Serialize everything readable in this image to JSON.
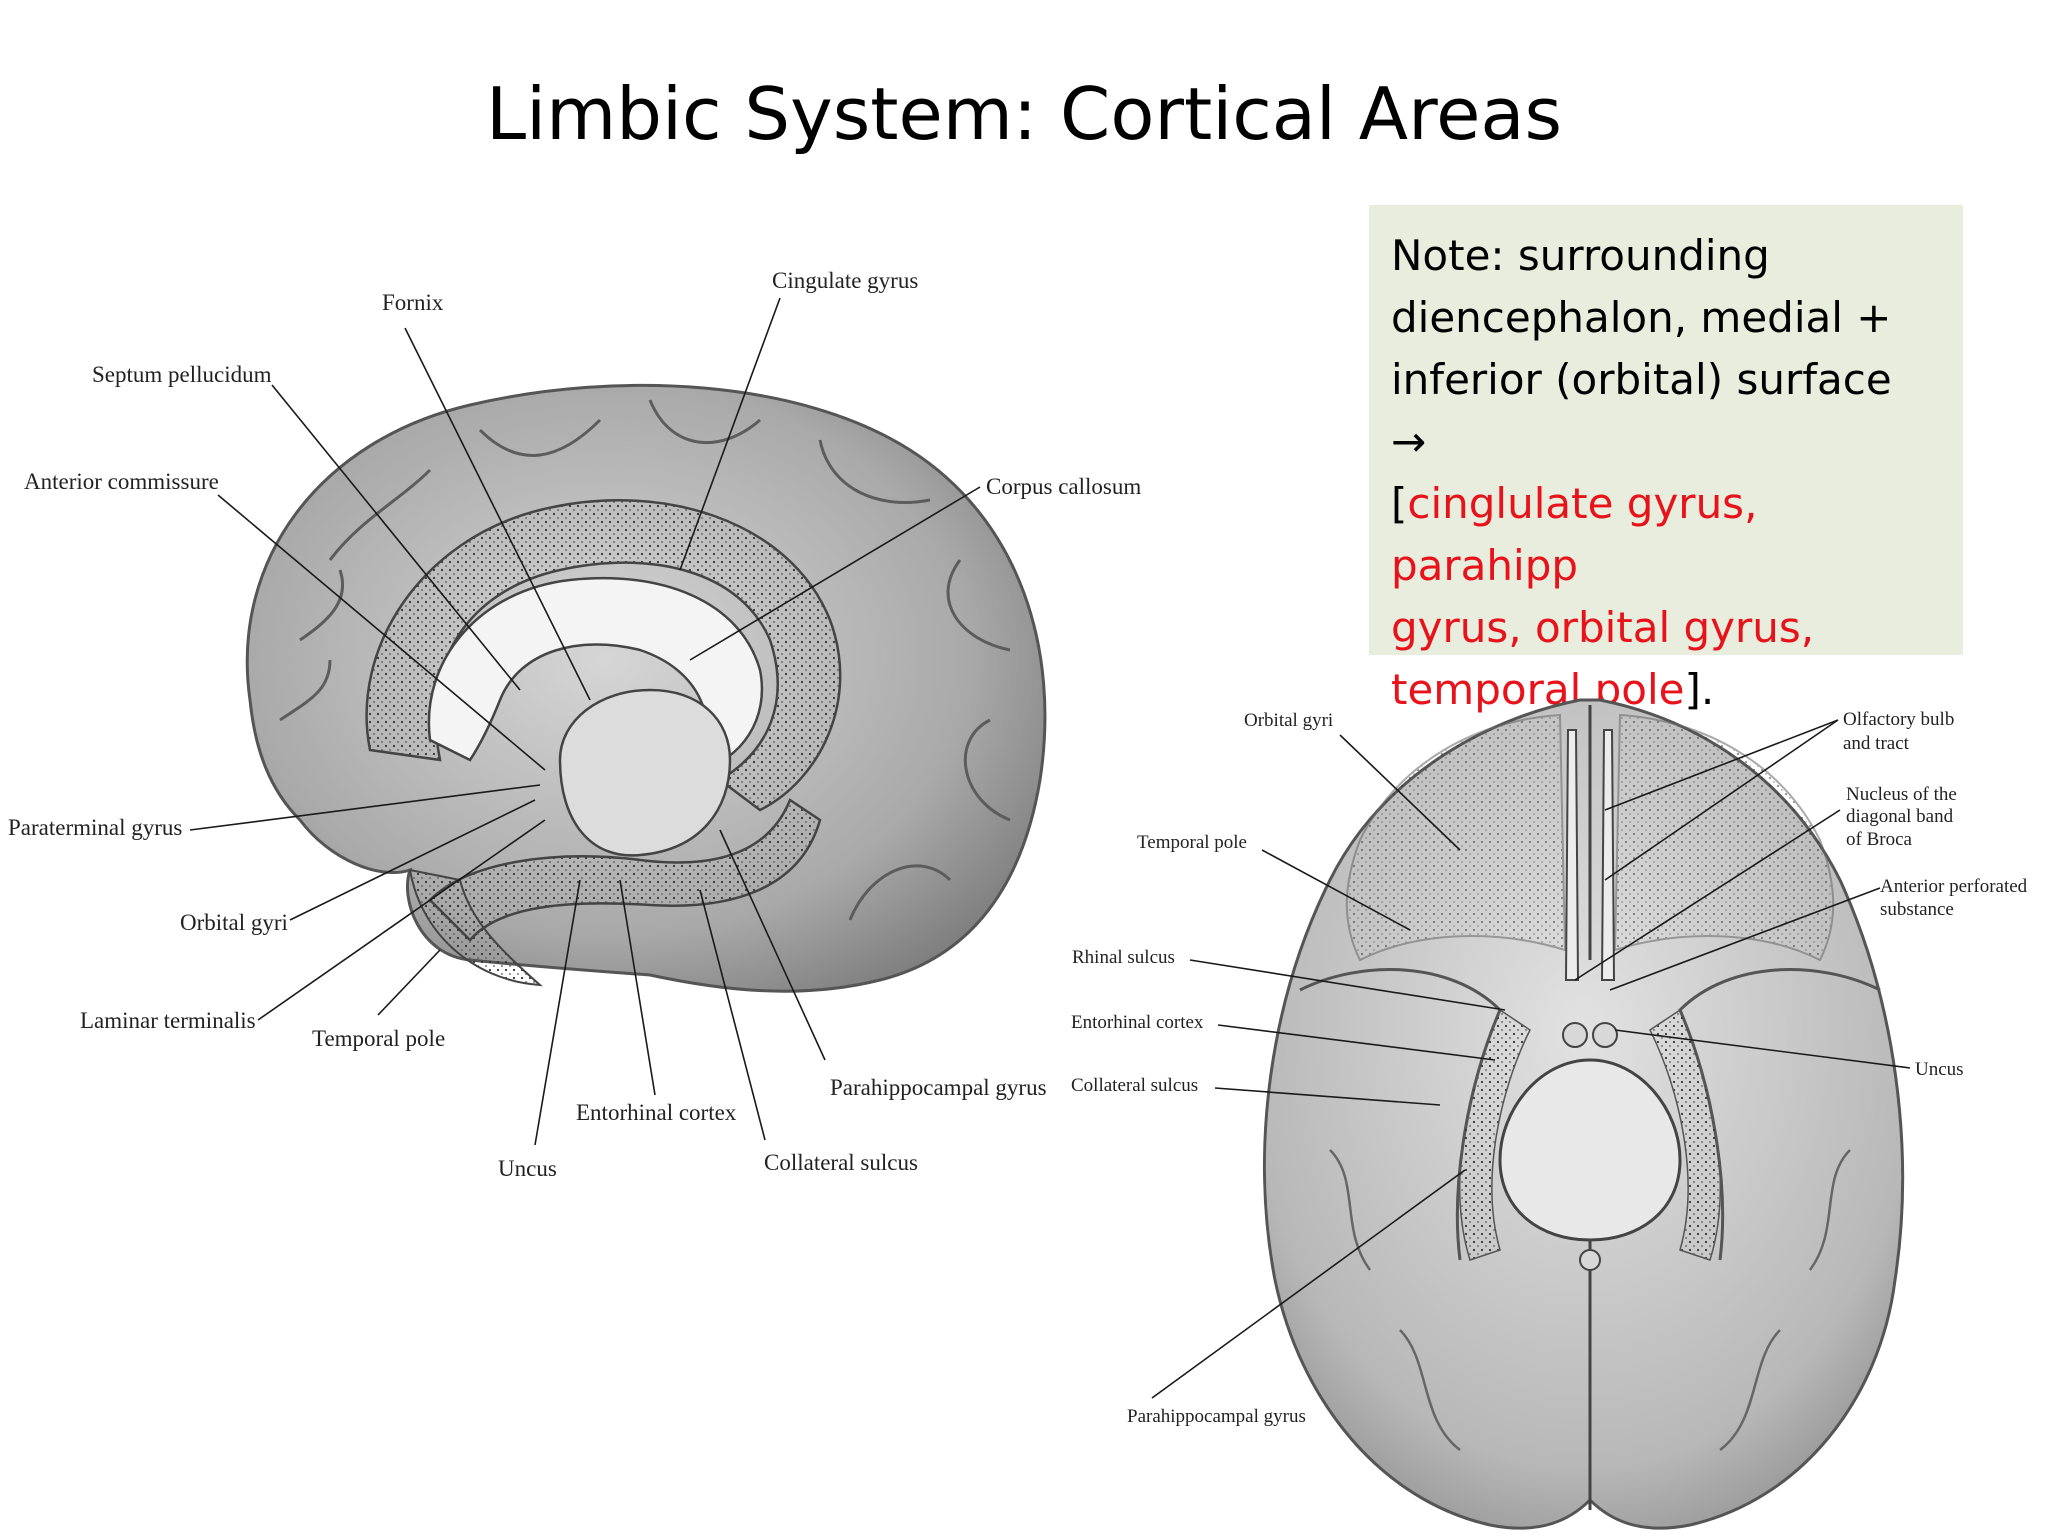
{
  "slide": {
    "title": "Limbic System: Cortical Areas",
    "note": {
      "line1": "Note: surrounding",
      "line2": "diencephalon, medial +",
      "line3": "inferior (orbital) surface",
      "arrow": "→",
      "open_bracket": "[",
      "red1": "cinglulate gyrus, parahipp",
      "red2": "gyrus, orbital gyrus,",
      "red3": "temporal pole",
      "close": "]."
    }
  },
  "medial_figure": {
    "labels": {
      "fornix": "Fornix",
      "cingulate_gyrus": "Cingulate gyrus",
      "septum_pellucidum": "Septum pellucidum",
      "anterior_commissure": "Anterior commissure",
      "corpus_callosum": "Corpus callosum",
      "paraterminal_gyrus": "Paraterminal gyrus",
      "orbital_gyri": "Orbital gyri",
      "laminar_terminalis": "Laminar terminalis",
      "temporal_pole": "Temporal pole",
      "uncus": "Uncus",
      "entorhinal_cortex": "Entorhinal cortex",
      "collateral_sulcus": "Collateral sulcus",
      "parahippocampal_gyrus": "Parahippocampal gyrus"
    }
  },
  "inferior_figure": {
    "labels": {
      "orbital_gyri": "Orbital gyri",
      "olfactory_bulb_1": "Olfactory bulb",
      "olfactory_bulb_2": "and tract",
      "temporal_pole": "Temporal pole",
      "broca_1": "Nucleus of the",
      "broca_2": "diagonal band",
      "broca_3": "of Broca",
      "perforated_1": "Anterior perforated",
      "perforated_2": "substance",
      "rhinal_sulcus": "Rhinal sulcus",
      "entorhinal_cortex": "Entorhinal cortex",
      "collateral_sulcus": "Collateral sulcus",
      "uncus": "Uncus",
      "parahippocampal_gyrus": "Parahippocampal gyrus"
    }
  }
}
